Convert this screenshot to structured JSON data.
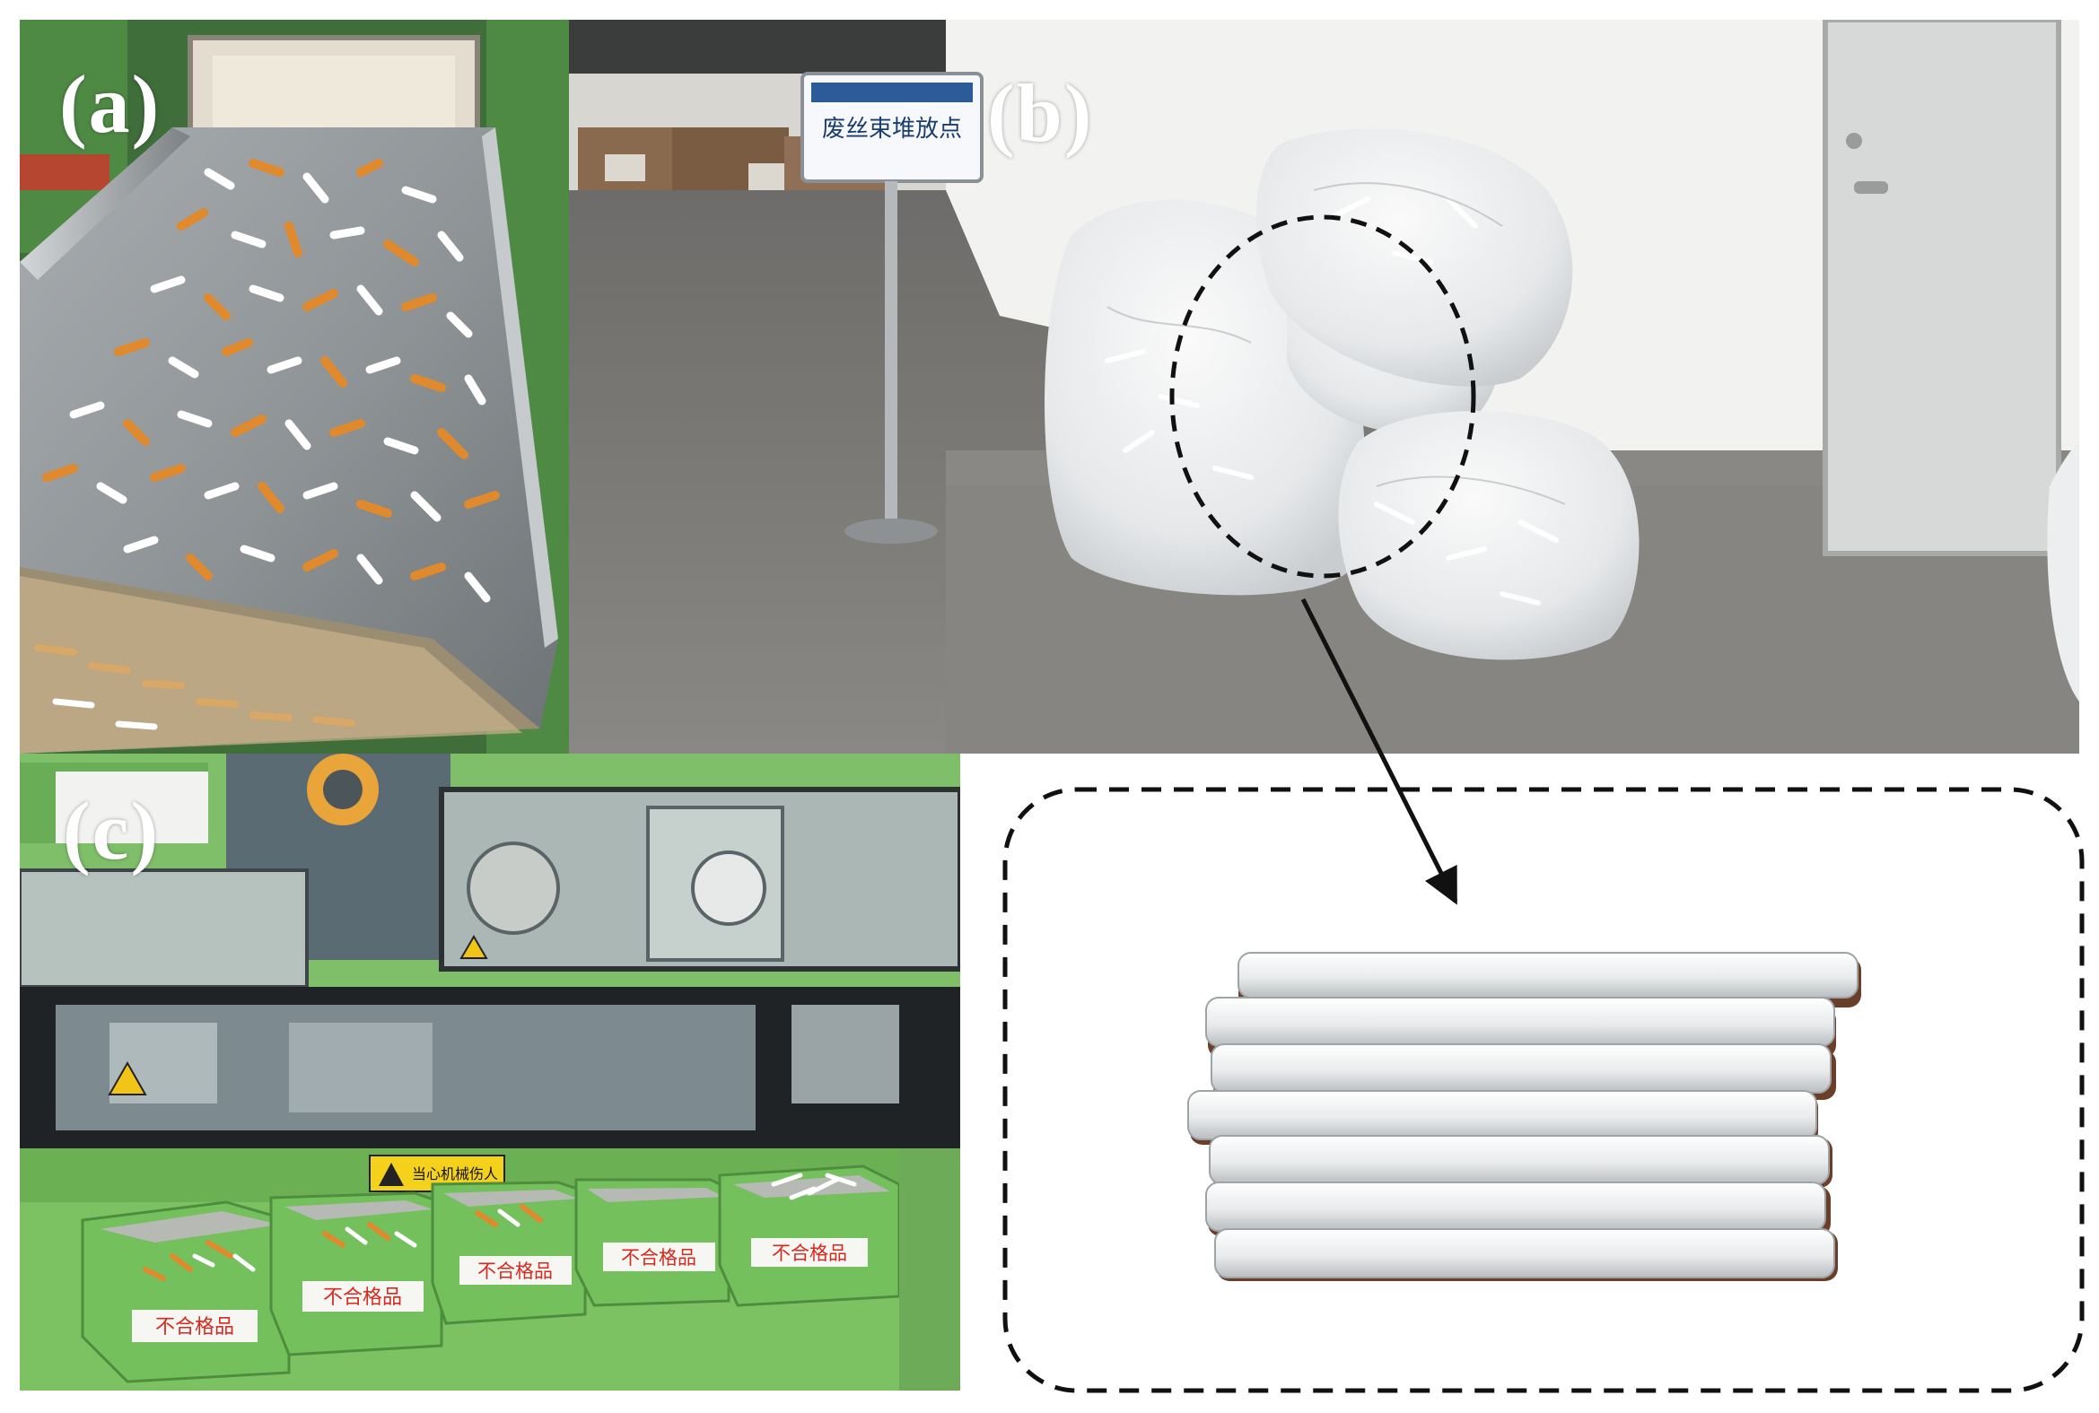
{
  "panels": {
    "a": {
      "label": "(a)"
    },
    "b": {
      "label": "(b)",
      "sign_text": "废丝束堆放点"
    },
    "c": {
      "label": "(c)",
      "bin_label": "不合格品",
      "warning_text": "当心机械伤人"
    }
  }
}
